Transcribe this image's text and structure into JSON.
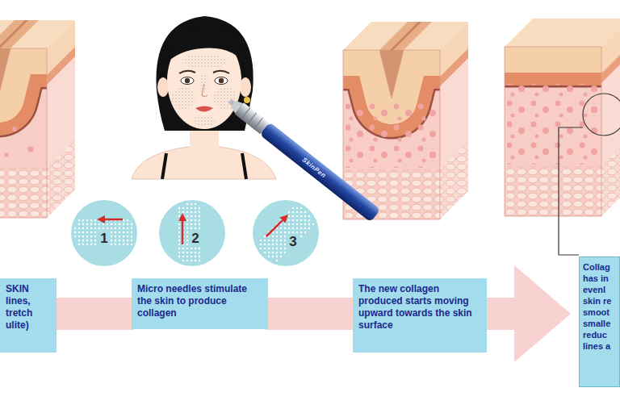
{
  "diagram": {
    "nodes": [
      {
        "text": [
          "1"
        ]
      },
      {
        "text": [
          "2"
        ]
      },
      {
        "text": [
          "3"
        ]
      },
      {
        "text": [
          "SKIN lines, tretch ulite)"
        ]
      },
      {
        "text": [
          "Micro needles stimulate the skin to produce collagen"
        ]
      },
      {
        "text": [
          "The new collagen produced starts moving upward towards the skin surface"
        ]
      },
      {
        "text": [
          "Collag has in evenl skin re smoot smalle reduc lines a"
        ]
      }
    ],
    "edges": [
      {
        "from": 3,
        "to": 4,
        "arrow": "none"
      },
      {
        "from": 4,
        "to": 5,
        "arrow": "none"
      },
      {
        "from": 5,
        "to": 6,
        "arrow": "to"
      }
    ],
    "labels": [
      "SkinPen"
    ]
  }
}
